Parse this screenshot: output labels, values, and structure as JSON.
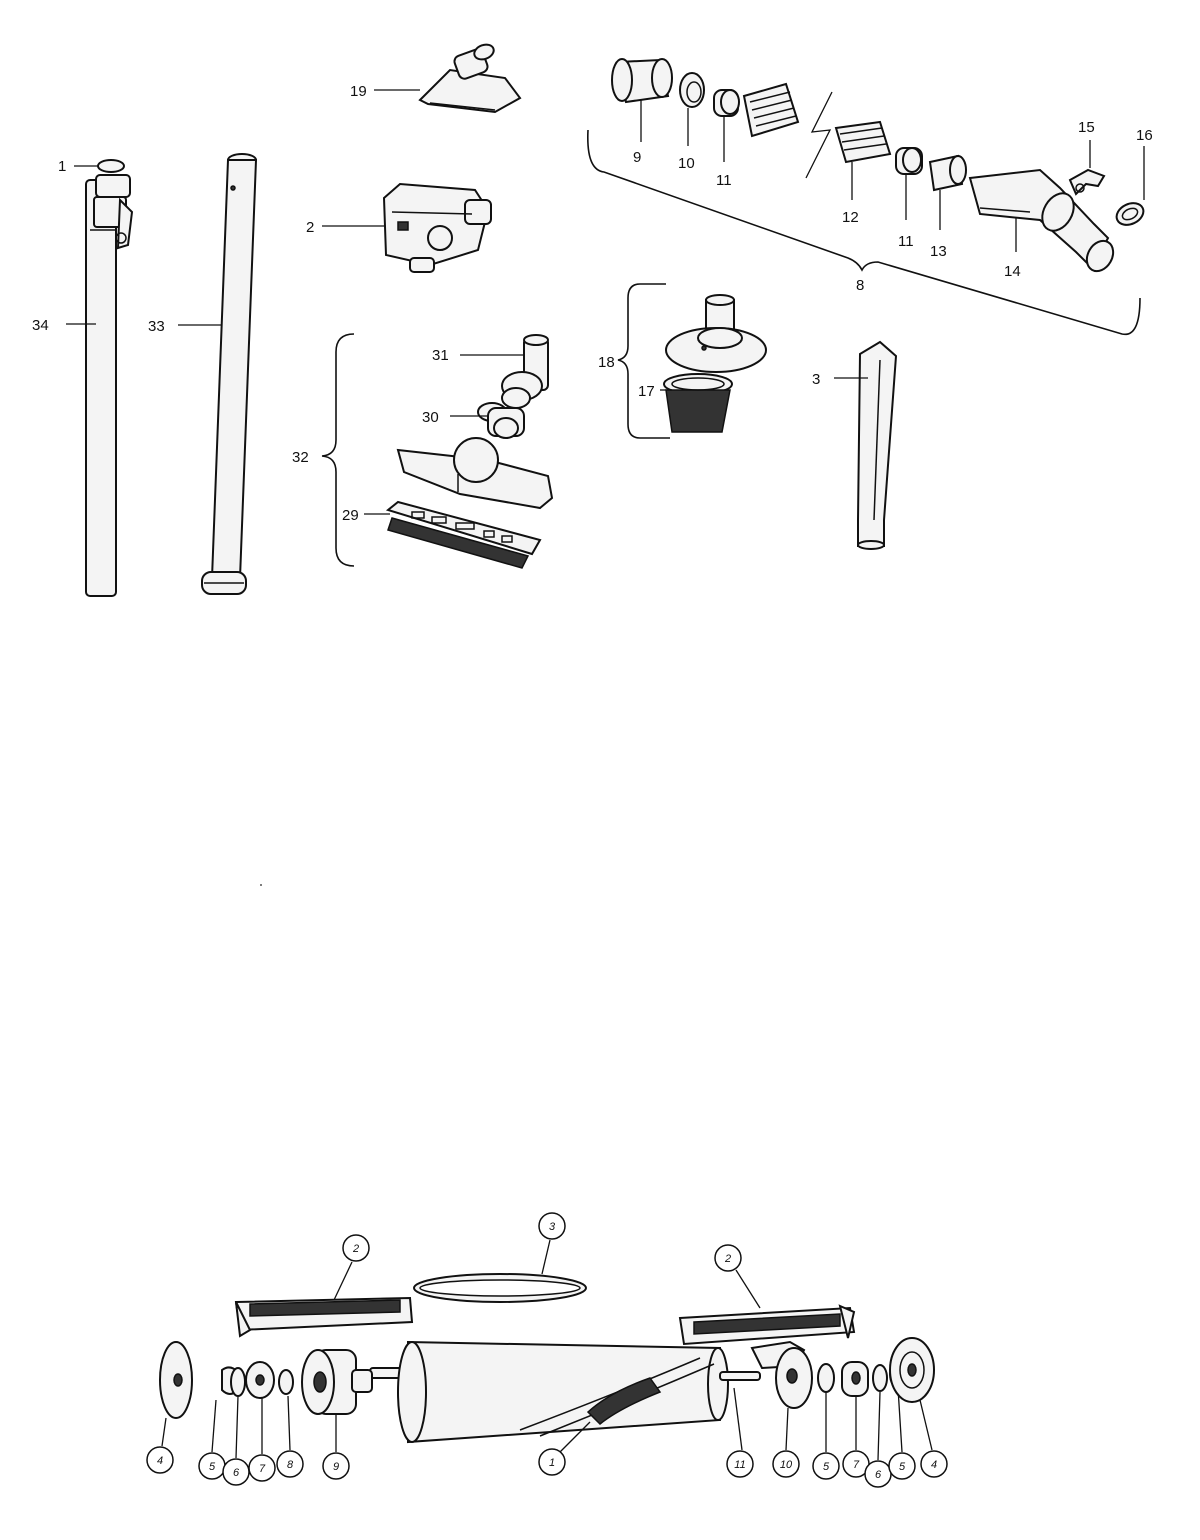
{
  "upper_labels": {
    "p1": "1",
    "p34": "34",
    "p33": "33",
    "p19": "19",
    "p2": "2",
    "p31": "31",
    "p30": "30",
    "p32": "32",
    "p29": "29",
    "p9": "9",
    "p10": "10",
    "p11a": "11",
    "p12": "12",
    "p11b": "11",
    "p13": "13",
    "p14": "14",
    "p15": "15",
    "p16": "16",
    "p8": "8",
    "p18": "18",
    "p17": "17",
    "p3": "3"
  },
  "lower_labels": {
    "c2a": "2",
    "c3": "3",
    "c2b": "2",
    "c4a": "4",
    "c5a": "5",
    "c6a": "6",
    "c7a": "7",
    "c8a": "8",
    "c9": "9",
    "c1": "1",
    "c11": "11",
    "c10": "10",
    "c5b": "5",
    "c7b": "7",
    "c6b": "6",
    "c5c": "5",
    "c4b": "4"
  }
}
